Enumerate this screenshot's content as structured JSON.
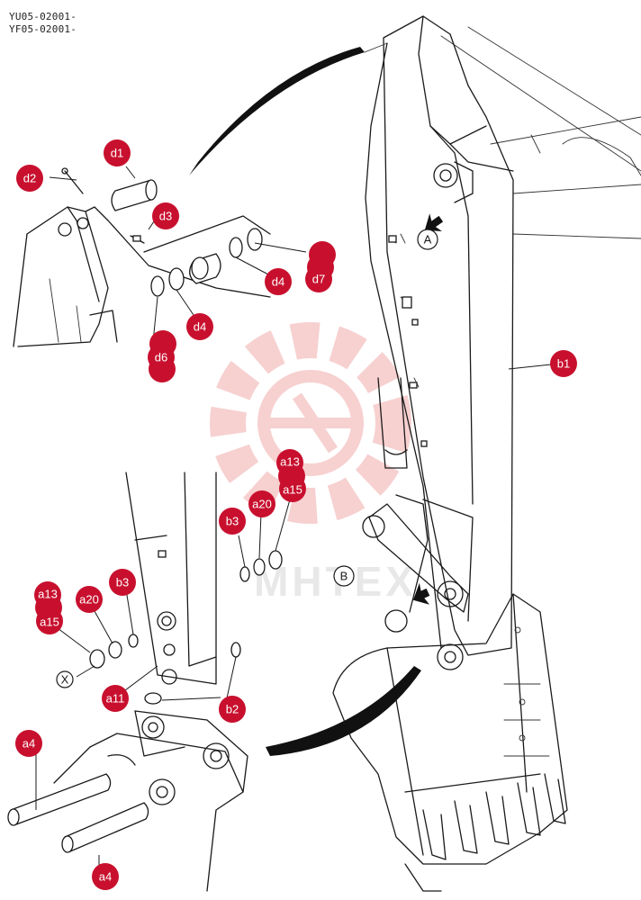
{
  "serials": [
    "YU05-02001-",
    "YF05-02001-"
  ],
  "watermark_text": "MHTEX",
  "labels": {
    "d1": "d1",
    "d2": "d2",
    "d3": "d3",
    "d4": "d4",
    "d6": "d6",
    "d7": "d7",
    "b1": "b1",
    "b2": "b2",
    "b3": "b3",
    "a4": "a4",
    "a11": "a11",
    "a13": "a13",
    "a15": "a15",
    "a20": "a20"
  },
  "refs": {
    "A": "A",
    "B": "B",
    "X": "X"
  }
}
